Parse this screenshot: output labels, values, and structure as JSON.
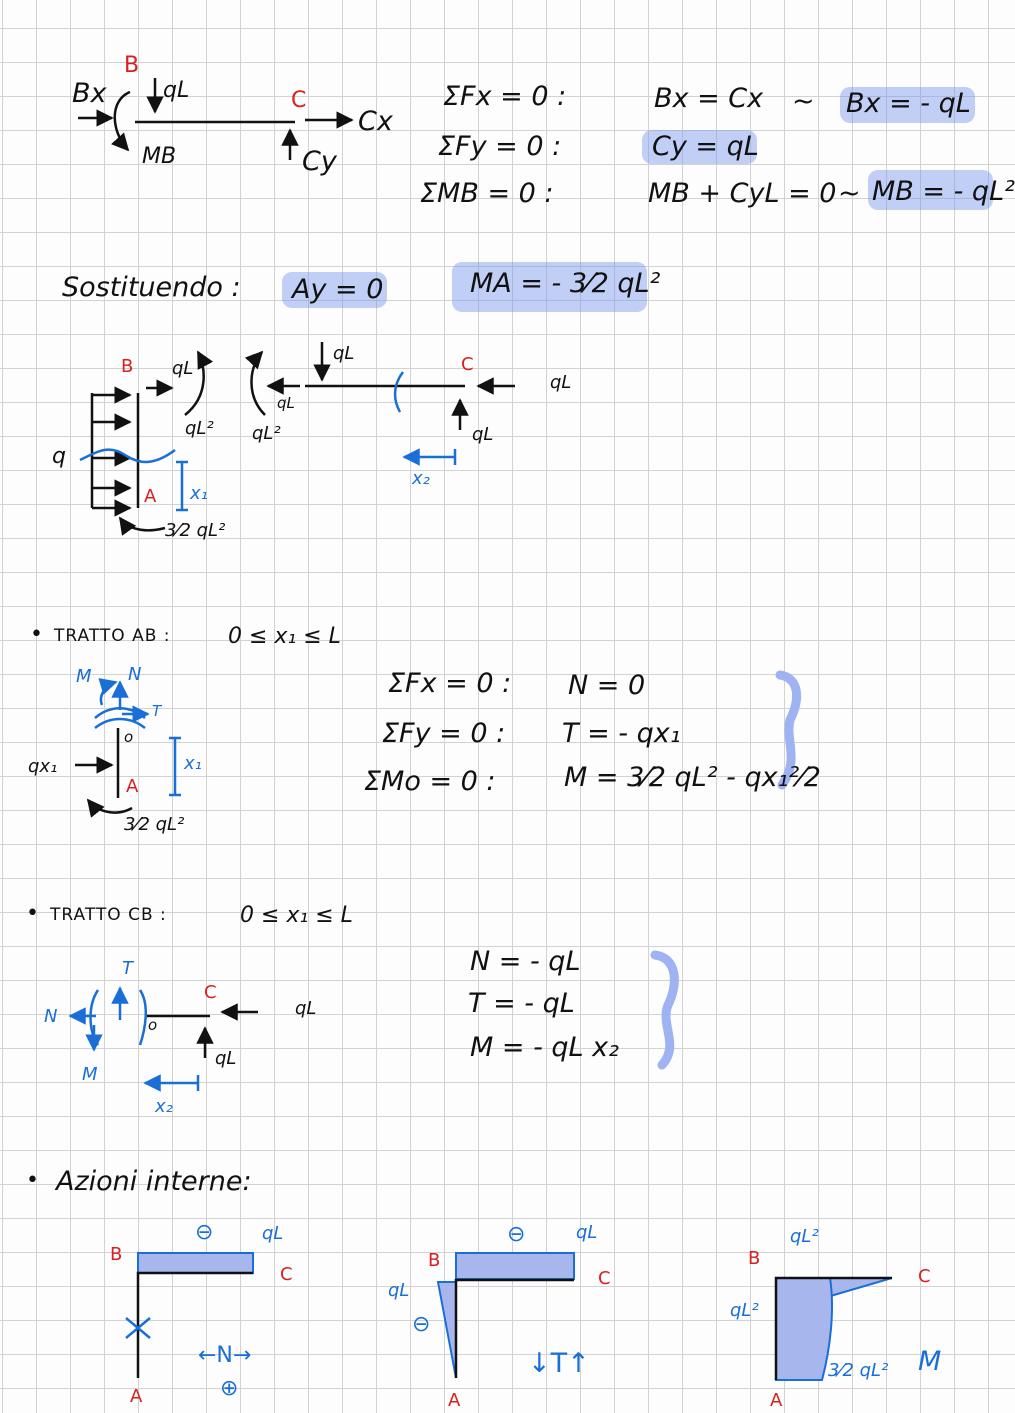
{
  "block1": {
    "bx": "Bx",
    "b": "B",
    "ql": "qL",
    "mb": "MB",
    "c": "C",
    "cx": "Cx",
    "cy": "Cy",
    "eq1_lhs": "ΣFx = 0  :",
    "eq2_lhs": "ΣFy = 0  :",
    "eq3_lhs": "ΣMB = 0  :",
    "eq1_rhs": "Bx = Cx",
    "eq1_arrow": "~",
    "eq1_res": "Bx = - qL",
    "eq2_res": "Cy = qL",
    "eq3_rhs": "MB + CyL = 0",
    "eq3_arrow": "~",
    "eq3_res": "MB = - qL²"
  },
  "sostituendo": {
    "label": "Sostituendo  :",
    "ay": "Ay = 0",
    "ma": "MA = - 3⁄2 qL²"
  },
  "block2": {
    "b": "B",
    "ql_top": "qL",
    "ql2_r": "qL²",
    "q": "q",
    "a": "A",
    "x1": "x₁",
    "moment_a": "3⁄2 qL²",
    "ql_mid": "qL",
    "ql_small": "qL",
    "ql2_l": "qL²",
    "c": "C",
    "ql_right": "qL",
    "ql_up": "qL",
    "x2": "x₂"
  },
  "tratto_ab": {
    "bullet": "•",
    "title": "TRATTO   AB :",
    "range": "0 ≤ x₁ ≤ L",
    "m": "M",
    "n": "N",
    "t": "T",
    "o": "o",
    "qx1": "qx₁",
    "a": "A",
    "x1": "x₁",
    "moment": "3⁄2 qL²",
    "eq1_lhs": "ΣFx = 0  :",
    "eq2_lhs": "ΣFy = 0  :",
    "eq3_lhs": "ΣMo = 0  :",
    "eq1_rhs": "N = 0",
    "eq2_rhs": "T = - qx₁",
    "eq3_rhs": "M = 3⁄2 qL² -  qx₁²⁄2"
  },
  "tratto_cb": {
    "bullet": "•",
    "title": "TRATTO   CB :",
    "range": "0 ≤ x₁ ≤ L",
    "t": "T",
    "n": "N",
    "m": "M",
    "o": "o",
    "c": "C",
    "ql_right": "qL",
    "ql_up": "qL",
    "x2": "x₂",
    "eq1": "N = - qL",
    "eq2": "T = - qL",
    "eq3": "M =  - qL  x₂"
  },
  "azioni": {
    "bullet": "•",
    "title": "Azioni  interne:",
    "n_diag": {
      "b": "B",
      "c": "C",
      "a": "A",
      "minus": "⊖",
      "ql": "qL",
      "label": "←N→",
      "plus": "⊕"
    },
    "t_diag": {
      "b": "B",
      "c": "C",
      "a": "A",
      "minus_top": "⊖",
      "ql_top": "qL",
      "ql_left": "qL",
      "minus_left": "⊖",
      "label": "↓T↑"
    },
    "m_diag": {
      "b": "B",
      "c": "C",
      "a": "A",
      "ql2_top": "qL²",
      "ql2_left": "qL²",
      "ql2_bottom": "3⁄2 qL²",
      "label": "M"
    }
  },
  "colors": {
    "ink": "#111111",
    "red": "#d92020",
    "blue": "#1a6fd6",
    "highlight": "#8aa2f0"
  }
}
